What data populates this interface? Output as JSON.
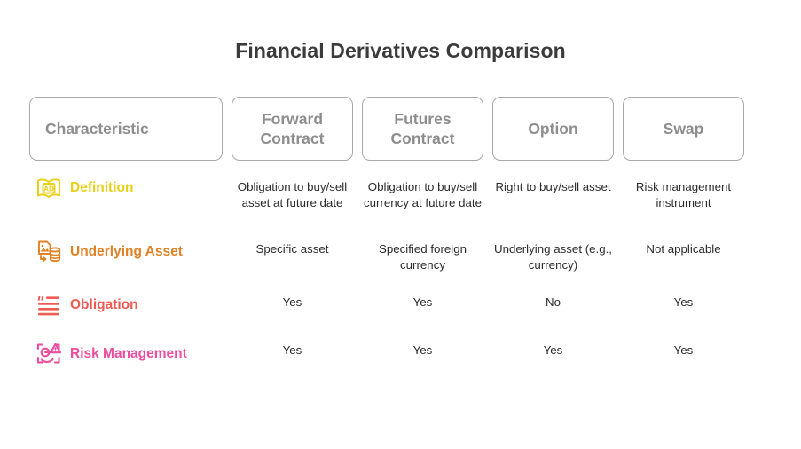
{
  "title": "Financial Derivatives Comparison",
  "colors": {
    "title": "#3b3b3b",
    "header_text": "#8d8d8d",
    "header_border": "#a8a8a8",
    "cell_text": "#2b2b2b",
    "definition": "#E8D019",
    "underlying_asset": "#E08327",
    "obligation": "#EE5B52",
    "risk_management": "#ED4D9E"
  },
  "table": {
    "headers": [
      {
        "label": "Characteristic",
        "align": "left"
      },
      {
        "label": "Forward\nContract",
        "line1": "Forward",
        "line2": "Contract",
        "align": "center"
      },
      {
        "label": "Futures\nContract",
        "line1": "Futures",
        "line2": "Contract",
        "align": "center"
      },
      {
        "label": "Option",
        "line1": "Option",
        "line2": "",
        "align": "center"
      },
      {
        "label": "Swap",
        "line1": "Swap",
        "line2": "",
        "align": "center"
      }
    ],
    "rows": [
      {
        "label": "Definition",
        "icon": "dictionary-book-ad-icon",
        "color": "#E8D019",
        "cells": [
          "Obligation to buy/sell asset at future date",
          "Obligation to buy/sell currency at future date",
          "Right to buy/sell asset",
          "Risk management instrument"
        ]
      },
      {
        "label": "Underlying Asset",
        "icon": "document-image-database-icon",
        "color": "#E08327",
        "cells": [
          "Specific asset",
          "Specified foreign currency",
          "Underlying asset (e.g., currency)",
          "Not applicable"
        ]
      },
      {
        "label": "Obligation",
        "icon": "quote-lines-icon",
        "color": "#EE5B52",
        "cells": [
          "Yes",
          "Yes",
          "No",
          "Yes"
        ]
      },
      {
        "label": "Risk Management",
        "icon": "face-scan-warning-icon",
        "color": "#ED4D9E",
        "cells": [
          "Yes",
          "Yes",
          "Yes",
          "Yes"
        ]
      }
    ]
  }
}
